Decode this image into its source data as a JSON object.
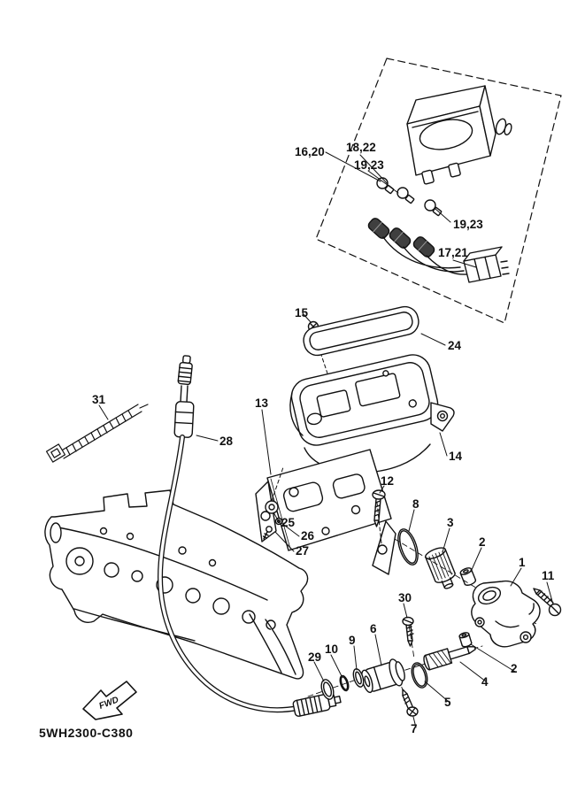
{
  "diagram": {
    "code": "5WH2300-C380",
    "fwd_label": "FWD"
  },
  "callouts": [
    {
      "text": "16,20"
    },
    {
      "text": "18,22"
    },
    {
      "text": "19,23"
    },
    {
      "text": "19,23"
    },
    {
      "text": "17,21"
    },
    {
      "text": "15"
    },
    {
      "text": "24"
    },
    {
      "text": "31"
    },
    {
      "text": "13"
    },
    {
      "text": "28"
    },
    {
      "text": "14"
    },
    {
      "text": "12"
    },
    {
      "text": "8"
    },
    {
      "text": "3"
    },
    {
      "text": "2"
    },
    {
      "text": "1"
    },
    {
      "text": "11"
    },
    {
      "text": "25"
    },
    {
      "text": "26"
    },
    {
      "text": "27"
    },
    {
      "text": "30"
    },
    {
      "text": "29"
    },
    {
      "text": "10"
    },
    {
      "text": "9"
    },
    {
      "text": "6"
    },
    {
      "text": "4"
    },
    {
      "text": "2"
    },
    {
      "text": "5"
    },
    {
      "text": "7"
    }
  ]
}
